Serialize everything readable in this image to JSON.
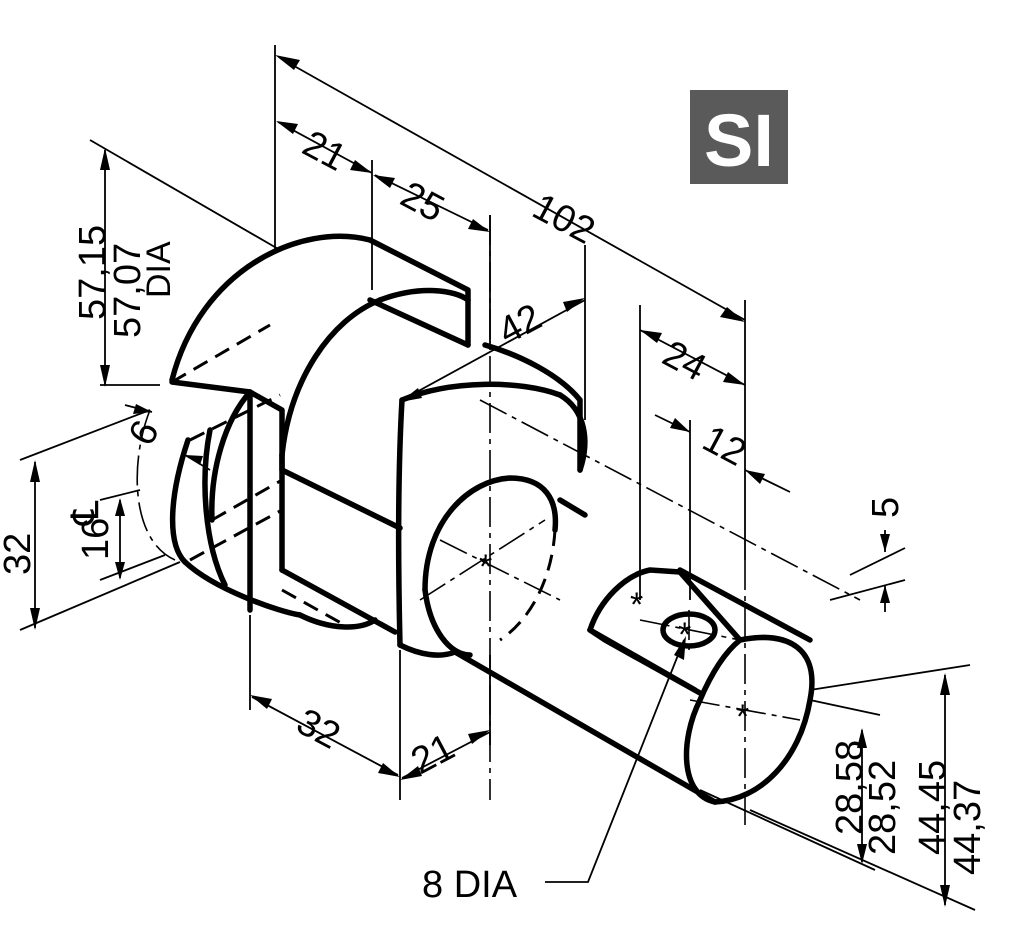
{
  "badge": {
    "text": "SI"
  },
  "dimensions": {
    "overall_length": "102",
    "flange_width": "21",
    "slot_width": "25",
    "collar_dia": "42",
    "flat_length": "24",
    "hole_offset": "12",
    "flat_depth": "5",
    "hub_length": "32",
    "collar_length": "21",
    "slot_depth": "6",
    "centerline_symbol": "℄",
    "tab_height": "16",
    "flange_height": "32",
    "flange_dia_max": "57,15",
    "flange_dia_min": "57,07",
    "flange_dia_note": "DIA",
    "flat_height_max": "28,58",
    "flat_height_min": "28,52",
    "shaft_dia_max": "44,45",
    "shaft_dia_min": "44,37",
    "hole_note": "8 DIA"
  }
}
